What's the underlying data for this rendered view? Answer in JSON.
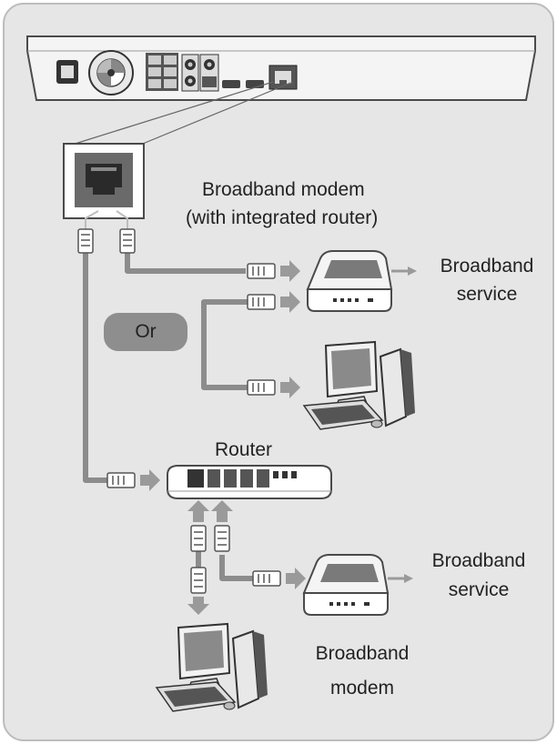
{
  "labels": {
    "modem_router": "Broadband modem",
    "modem_router_sub": "(with integrated router)",
    "service_1_line1": "Broadband",
    "service_1_line2": "service",
    "or": "Or",
    "router": "Router",
    "service_2_line1": "Broadband",
    "service_2_line2": "service",
    "modem_line1": "Broadband",
    "modem_line2": "modem"
  },
  "colors": {
    "panel": "#e6e6e6",
    "border": "#bdbdbd",
    "cable": "#8c8c8c",
    "arrow": "#9a9a9a",
    "device": "#f4f4f4",
    "outline": "#4a4a4a",
    "or_badge": "#8e8e8e"
  }
}
